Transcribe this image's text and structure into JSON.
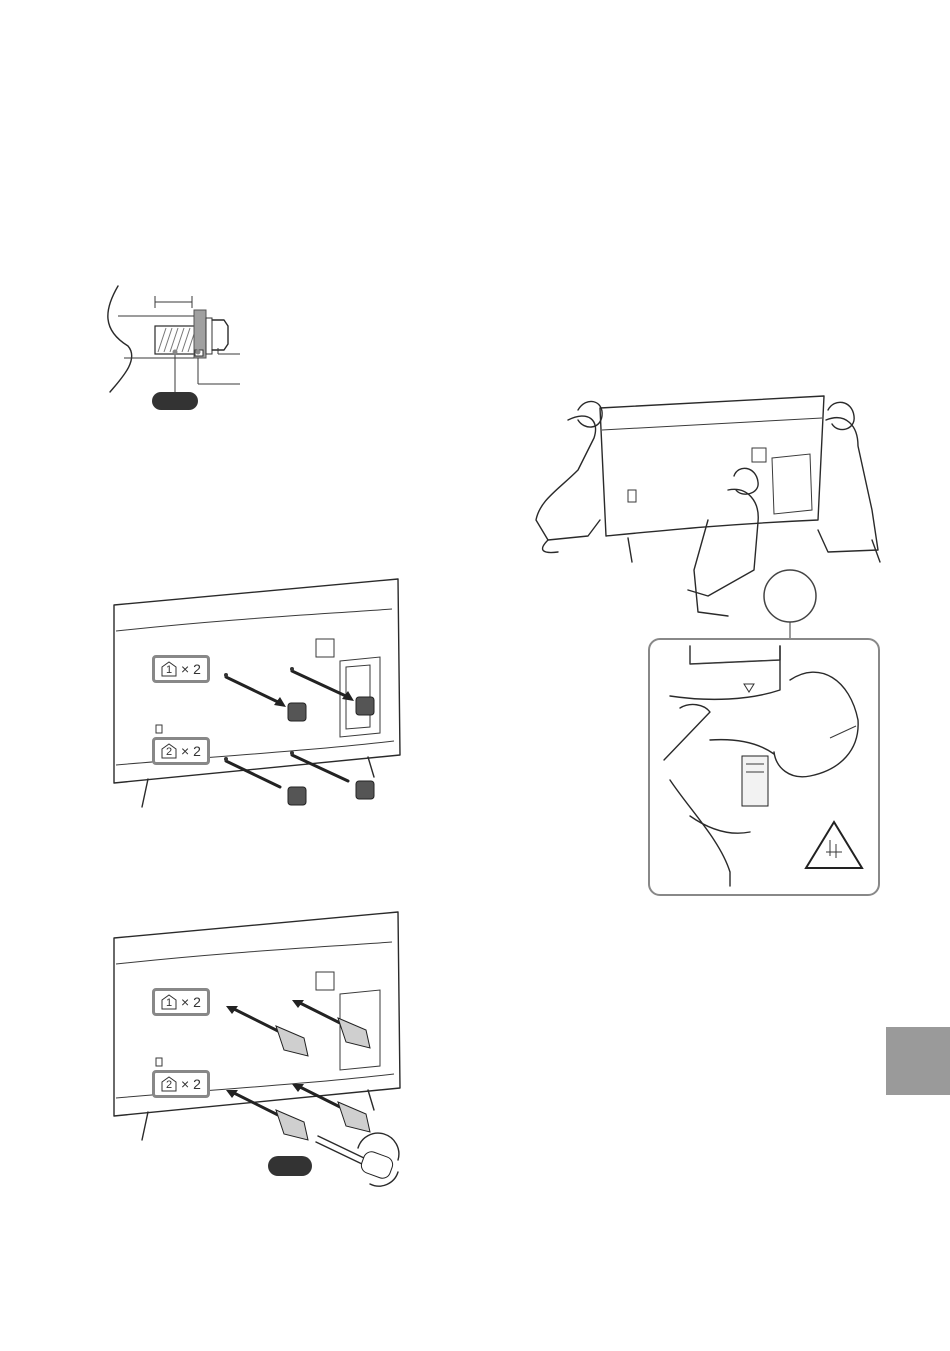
{
  "step1": {
    "qty_top": "1",
    "qty_bottom": "2",
    "multiplier": "× 2"
  },
  "step2": {
    "qty_top": "1",
    "qty_bottom": "2",
    "multiplier": "× 2"
  },
  "icons": {
    "screw": "screw-icon",
    "spacer": "spacer-icon",
    "warning": "hand-pinch-warning-icon",
    "screwdriver": "screwdriver-icon"
  },
  "colors": {
    "side_tab": "#9a9a9a",
    "badge": "#333333",
    "zoom_border": "#888888"
  }
}
